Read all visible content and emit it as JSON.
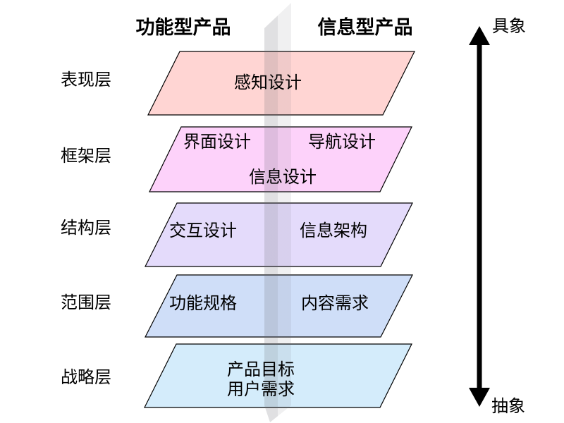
{
  "headers": {
    "functional": "功能型产品",
    "informational": "信息型产品"
  },
  "axis": {
    "top_label": "具象",
    "bottom_label": "抽象",
    "color": "#000000"
  },
  "layers": [
    {
      "label": "表现层",
      "color": "#ffd5d3",
      "items": [
        "感知设计"
      ]
    },
    {
      "label": "框架层",
      "color": "#fdd2fa",
      "items": [
        "界面设计",
        "导航设计",
        "信息设计"
      ]
    },
    {
      "label": "结构层",
      "color": "#e4dbfb",
      "items": [
        "交互设计",
        "信息架构"
      ]
    },
    {
      "label": "范围层",
      "color": "#cfdef8",
      "items": [
        "功能规格",
        "内容需求"
      ]
    },
    {
      "label": "战略层",
      "color": "#d4ecfb",
      "items": [
        "产品目标",
        "用户需求"
      ]
    }
  ],
  "ribbon": {
    "dark_color": "#6b6b73",
    "border_color": "#000000"
  }
}
